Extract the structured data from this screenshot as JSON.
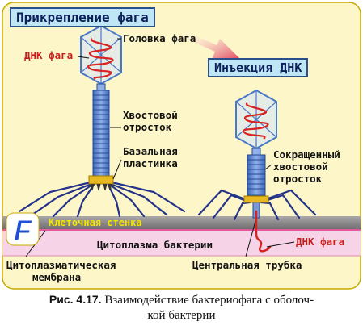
{
  "panel": {
    "title_attachment": "Прикрепление фага",
    "title_injection": "Инъекция ДНК"
  },
  "labels": {
    "phage_head": "Головка фага",
    "phage_dna_top": "ДНК фага",
    "tail_process_1": "Хвостовой",
    "tail_process_2": "отросток",
    "basal_plate_1": "Базальная",
    "basal_plate_2": "пластинка",
    "contracted_tail_1": "Сокращенный",
    "contracted_tail_2": "хвостовой",
    "contracted_tail_3": "отросток",
    "cell_wall": "Клеточная стенка",
    "cytoplasm": "Цитоплазма бактерии",
    "phage_dna_bottom": "ДНК фага",
    "cytoplasmic_membrane_1": "Цитоплазматическая",
    "cytoplasmic_membrane_2": "мембрана",
    "central_tube": "Центральная трубка"
  },
  "badge_letter": "F",
  "caption": {
    "number": "Рис. 4.17.",
    "text_line1": "Взаимодействие бактериофага с оболоч-",
    "text_line2": "кой бактерии"
  },
  "colors": {
    "panel_bg": "#fdf6c8",
    "panel_border": "#c9a800",
    "title_bg": "#bfe6f5",
    "capsid": "#4a78c8",
    "dna": "#d92323",
    "tail": "#5b86cf",
    "wall": "#8c8a8a",
    "wall_text": "#f3e600",
    "cytoplasm": "#f6d3e6",
    "arrow": "#e0425a"
  }
}
